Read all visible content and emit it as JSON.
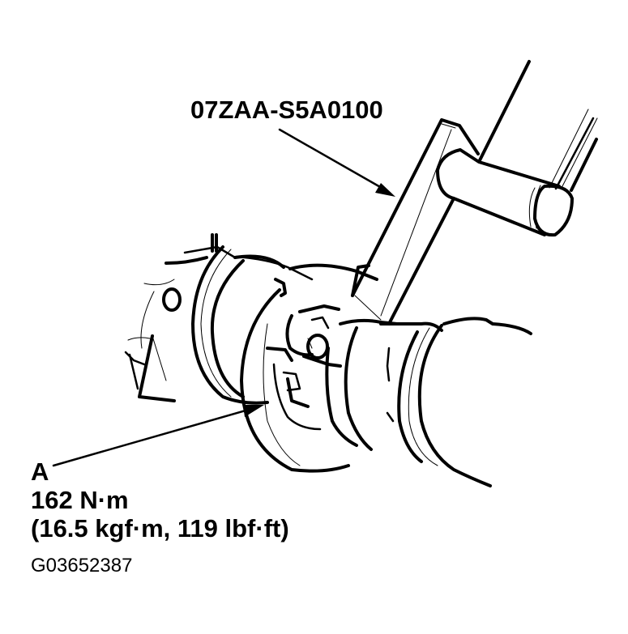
{
  "figure": {
    "tool_label": "07ZAA-S5A0100",
    "callout": {
      "letter": "A",
      "torque_metric": "162 N·m",
      "torque_alt": "(16.5 kgf·m, 119 lbf·ft)"
    },
    "figure_id": "G03652387"
  },
  "colors": {
    "ink": "#000000",
    "background": "#ffffff"
  }
}
